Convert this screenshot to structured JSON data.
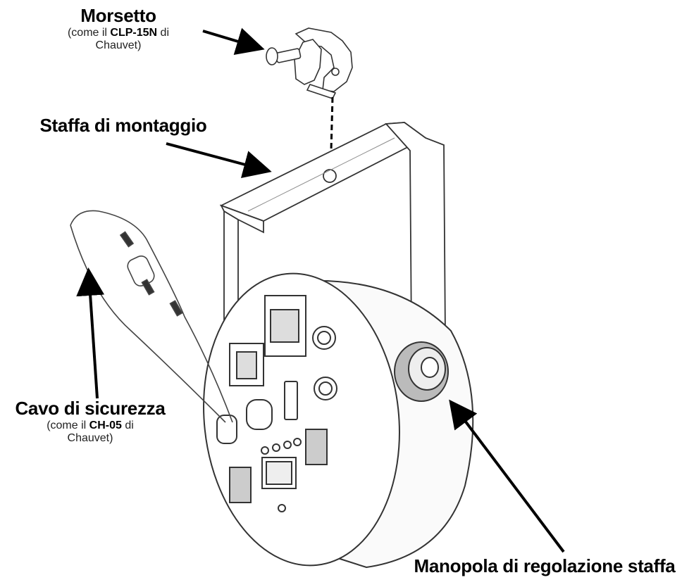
{
  "labels": {
    "clamp": {
      "title": "Morsetto",
      "sub_prefix": "(come il ",
      "sub_bold": "CLP-15N",
      "sub_suffix": " di",
      "sub_line2": "Chauvet)"
    },
    "bracket": {
      "title": "Staffa di montaggio"
    },
    "safety_cable": {
      "title": "Cavo di sicurezza",
      "sub_prefix": "(come il ",
      "sub_bold": "CH-05",
      "sub_suffix": " di",
      "sub_line2": "Chauvet)"
    },
    "knob": {
      "title": "Manopola di regolazione staffa"
    }
  }
}
